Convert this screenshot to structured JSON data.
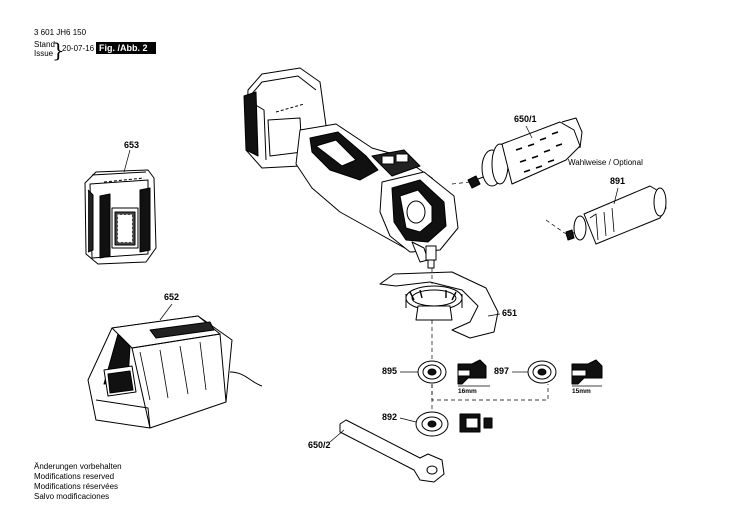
{
  "header": {
    "doc_number": "3 601 JH6 150",
    "stand_label": "Stand",
    "issue_label": "Issue",
    "date": "20-07-16",
    "figure": "Fig. /Abb. 2"
  },
  "parts": {
    "p653": "653",
    "p652": "652",
    "p650_1": "650/1",
    "p891": "891",
    "p651": "651",
    "p895": "895",
    "p897": "897",
    "p892": "892",
    "p650_2": "650/2"
  },
  "notes": {
    "optional": "Wahlweise / Optional",
    "mm16": "16mm",
    "mm15": "15mm"
  },
  "footer": [
    "Änderungen vorbehalten",
    "Modifications reserved",
    "Modifications réservées",
    "Salvo modificaciones"
  ]
}
